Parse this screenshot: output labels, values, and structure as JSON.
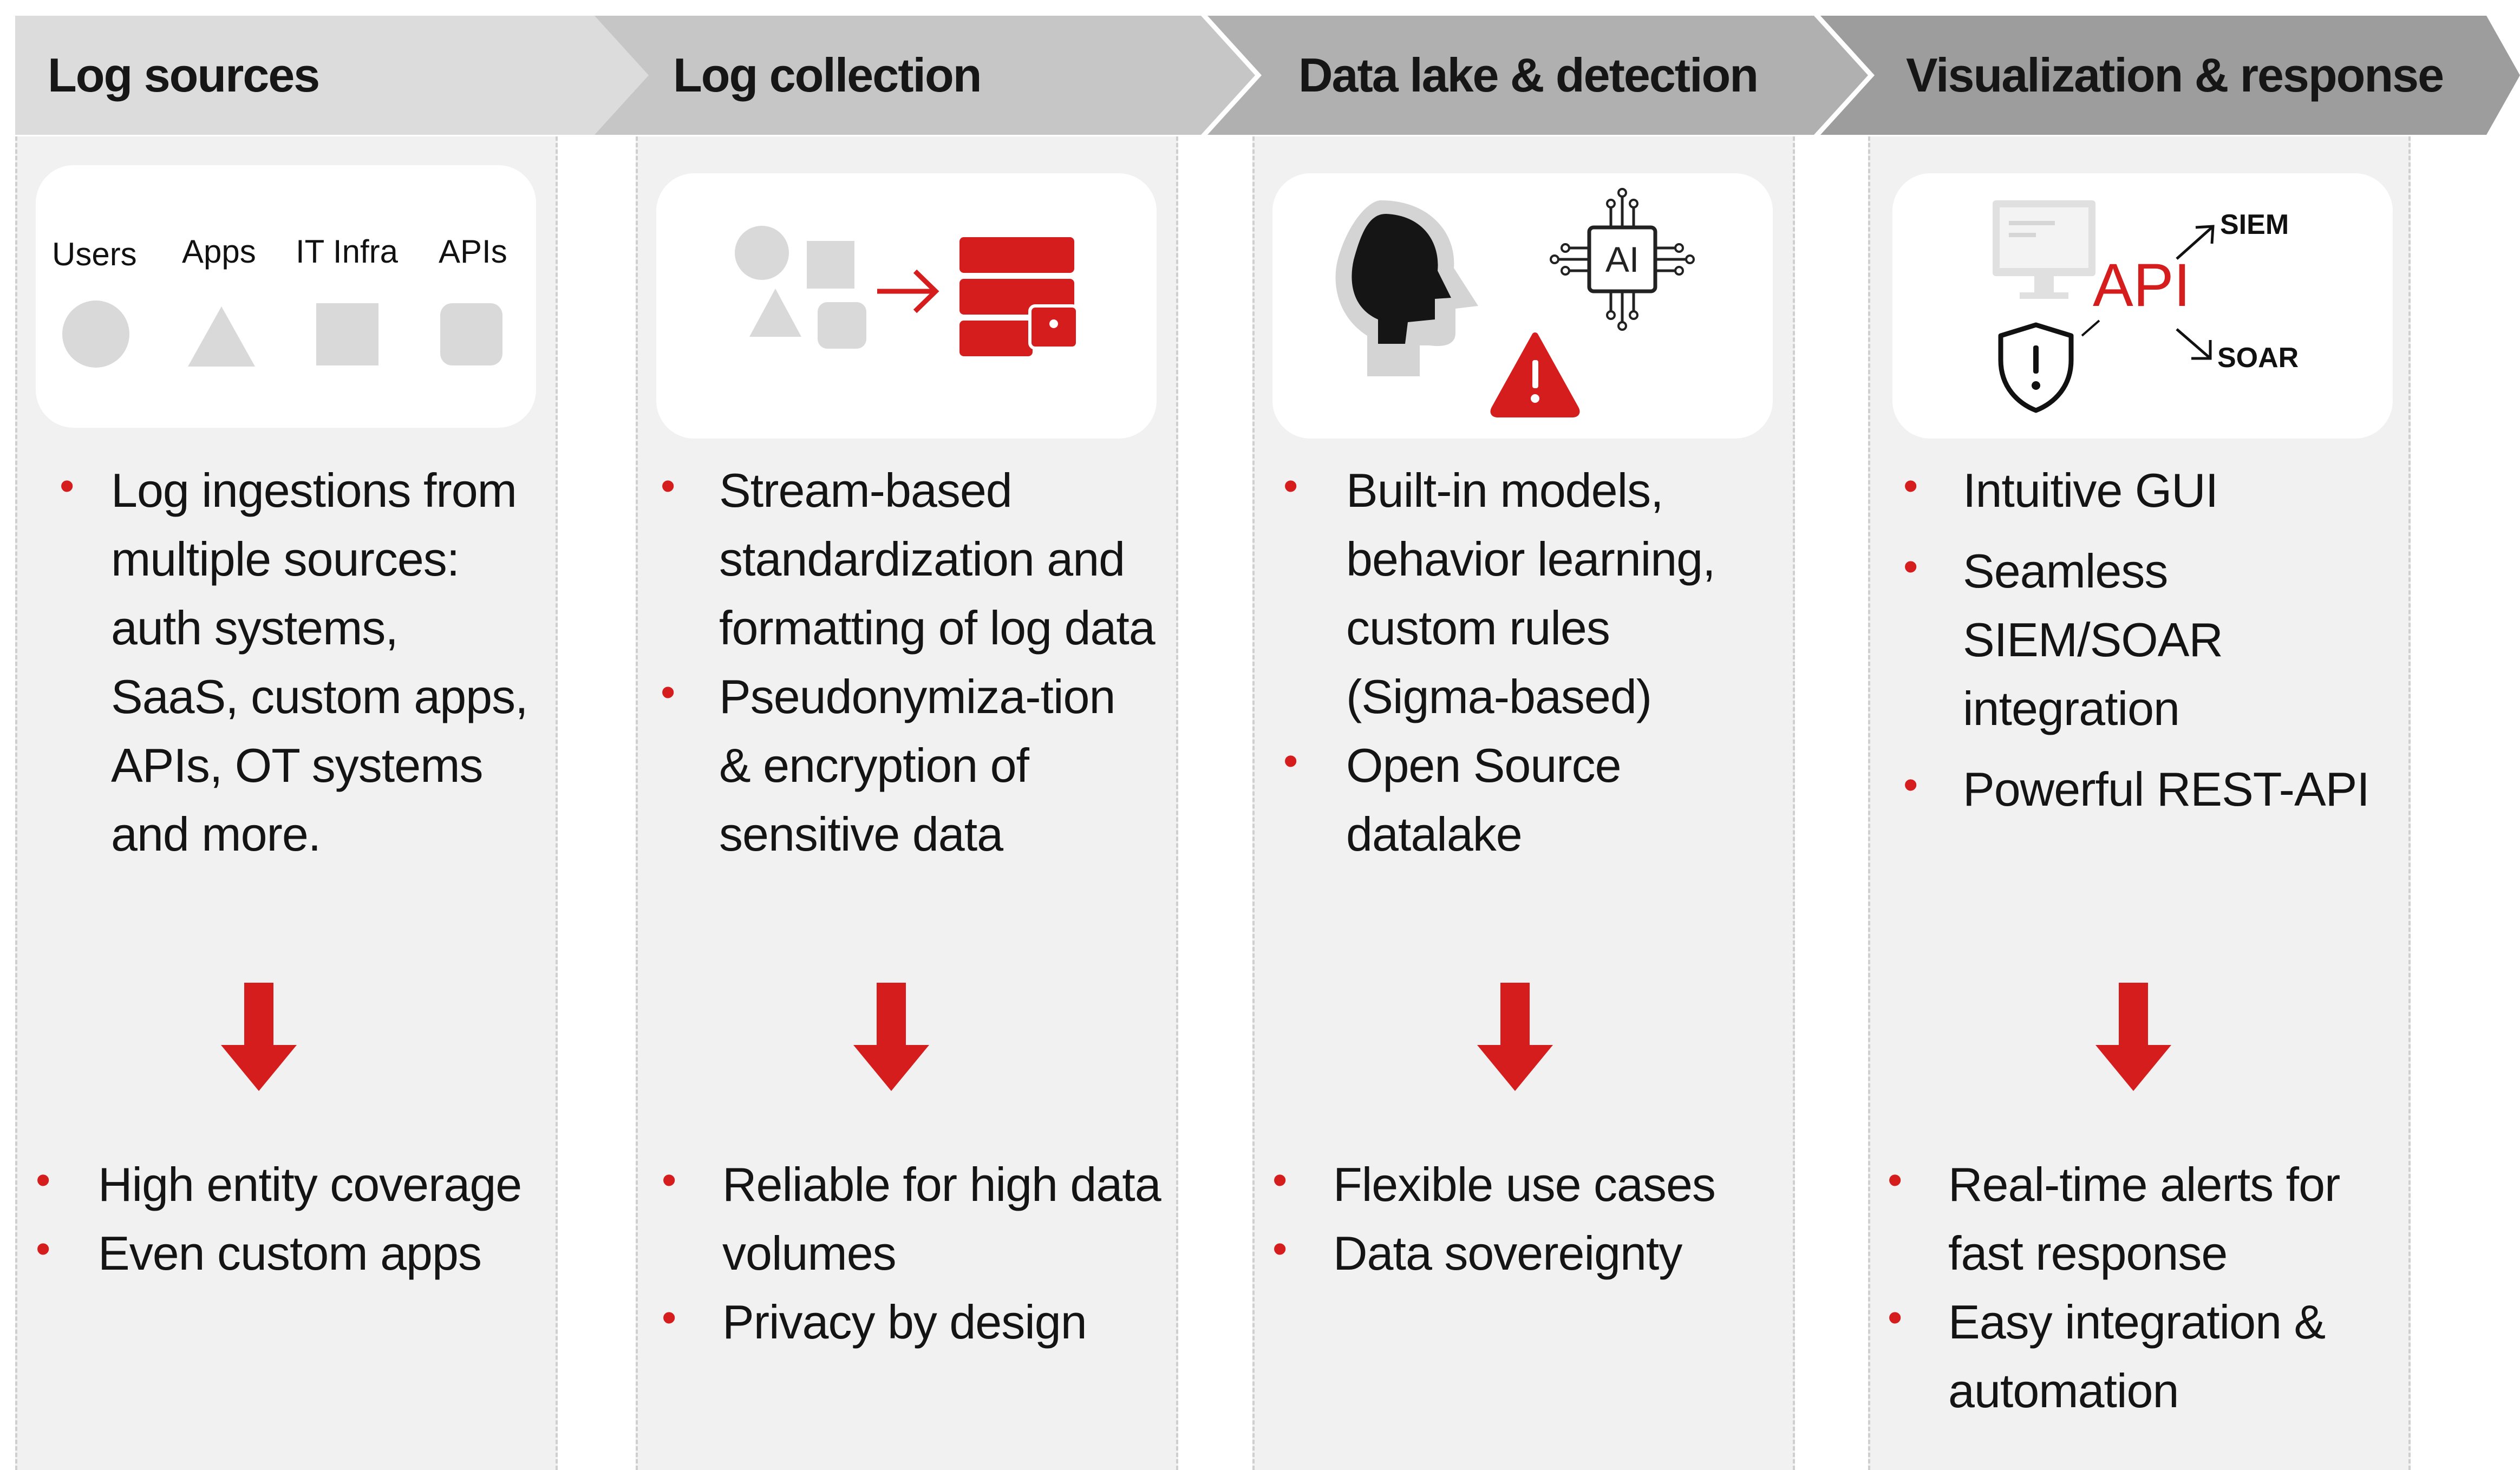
{
  "colors": {
    "accent": "#d61d1d",
    "header_dark": "#9a9a9a",
    "header_light": "#d9d9d9",
    "card_bg": "#f1f1f1"
  },
  "headers": [
    "Log sources",
    "Log collection",
    "Data lake & detection",
    "Visualization & response"
  ],
  "col1": {
    "icon_labels": [
      "Users",
      "Apps",
      "IT Infra",
      "APIs"
    ],
    "top": [
      "Log ingestions from multiple sources: auth systems, SaaS, custom apps, APIs, OT systems and more."
    ],
    "bottom": [
      "High entity coverage",
      "Even custom apps"
    ]
  },
  "col2": {
    "top": [
      "Stream-based standardization and formatting of log data",
      "Pseudonymiza-tion & encryption of sensitive data"
    ],
    "bottom": [
      "Reliable for high data volumes",
      "Privacy by design"
    ]
  },
  "col3": {
    "ai_label": "AI",
    "top": [
      "Built-in models, behavior learning, custom rules (Sigma-based)",
      "Open Source datalake"
    ],
    "bottom": [
      "Flexible use cases",
      "Data sovereignty"
    ]
  },
  "col4": {
    "api_label": "API",
    "siem_label": "SIEM",
    "soar_label": "SOAR",
    "top": [
      "Intuitive GUI",
      "Seamless SIEM/SOAR integration",
      "Powerful REST-API"
    ],
    "bottom": [
      "Real-time alerts for fast response",
      "Easy integration & automation"
    ]
  }
}
